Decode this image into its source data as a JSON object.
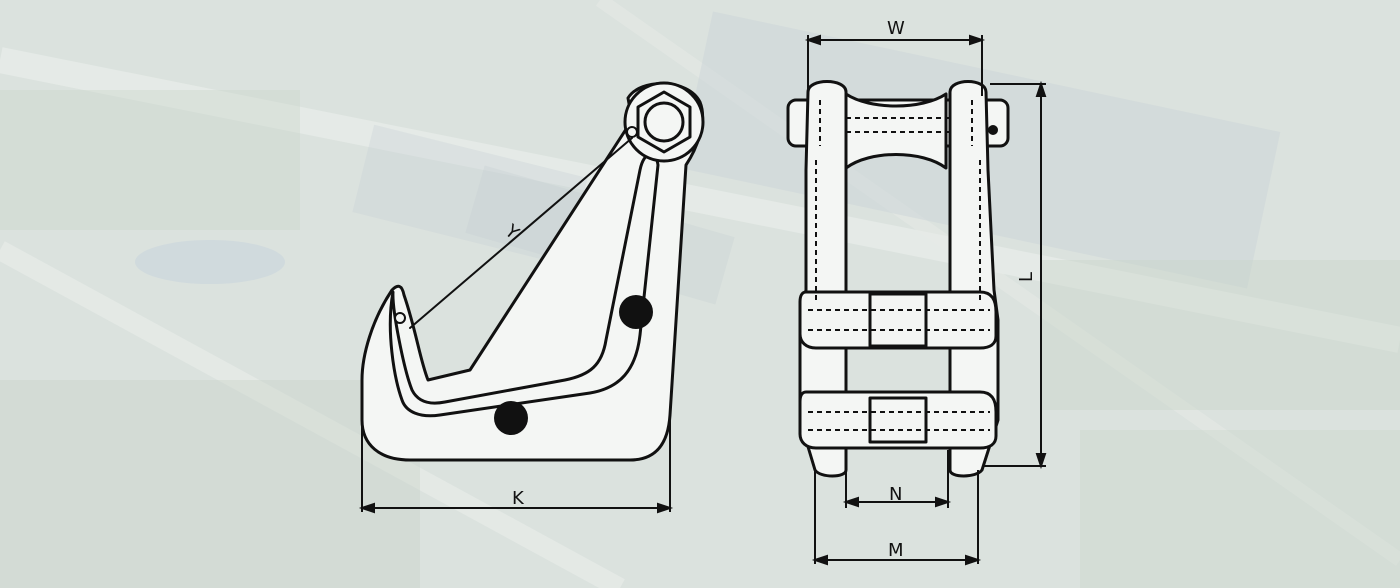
{
  "diagram": {
    "labels": {
      "w": "W",
      "y": "Y",
      "k": "K",
      "n": "N",
      "m": "M",
      "l": "L"
    },
    "colors": {
      "line": "#111111",
      "background": "#dfe5e1",
      "fill": "#f4f6f4"
    },
    "views": [
      "side-view-hook",
      "front-view-shackle"
    ]
  }
}
